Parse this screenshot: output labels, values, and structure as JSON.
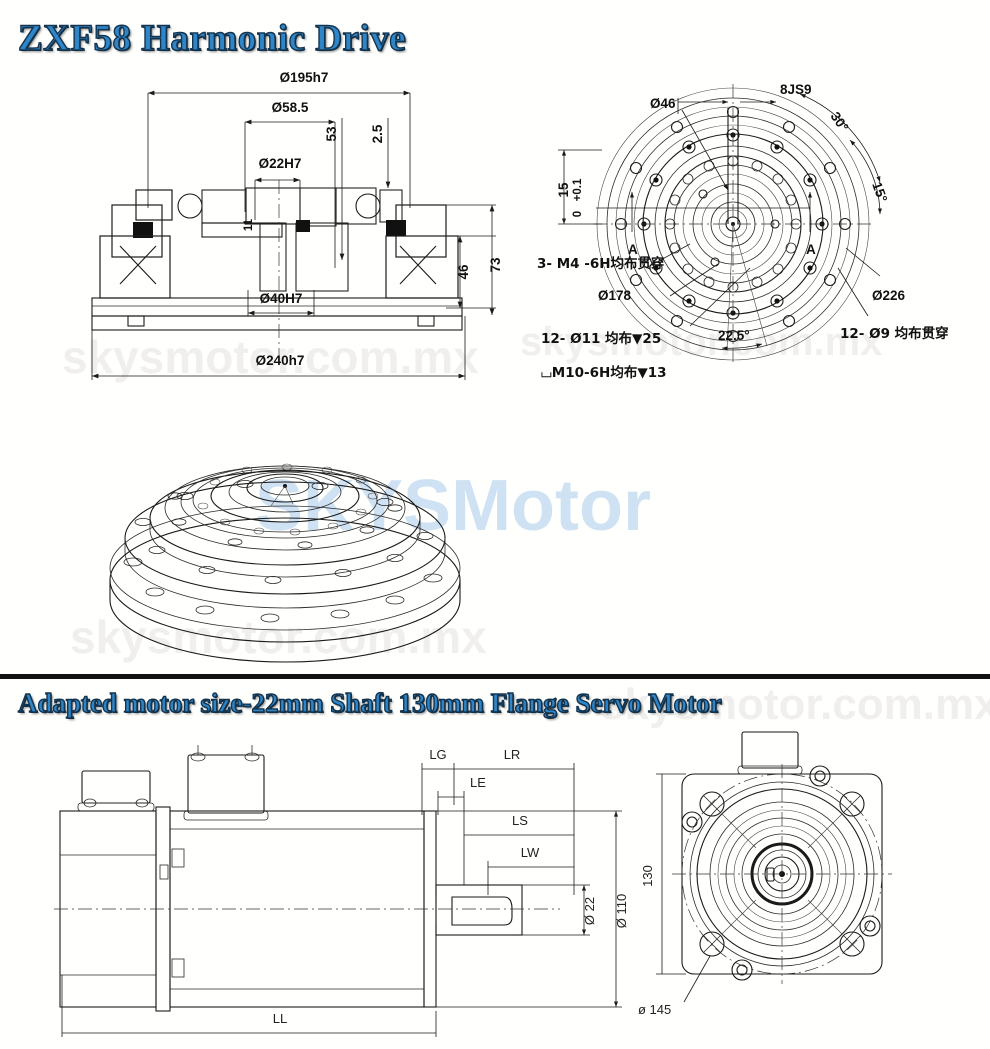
{
  "headings": {
    "main": "ZXF58 Harmonic Drive",
    "sub": "Adapted motor size-22mm Shaft  130mm Flange Servo Motor"
  },
  "watermarks": {
    "brand_big": "SKYSMotor",
    "domain_1": "skysmotor.com.mx",
    "domain_2": "skysmotor.com.mx",
    "domain_3": "skysmotor.com.mx",
    "domain_4": "skysmotor.com.mx"
  },
  "section_harmonic": {
    "cross_section": {
      "dim_outer_flange": "Ø195h7",
      "dim_bore_58": "Ø58.5",
      "dim_bore_22": "Ø22H7",
      "dim_bore_40": "Ø40H7",
      "dim_outer_240": "Ø240h7",
      "dim_height_53": "53",
      "dim_height_25": "2.5",
      "dim_height_73": "73",
      "dim_height_46": "46",
      "dim_small_11": "11"
    },
    "face_view": {
      "key_width": "8JS9",
      "dim_46": "Ø46",
      "dim_178": "Ø178",
      "dim_226": "Ø226",
      "key_depth": "15",
      "key_tol_upper": "+0.1",
      "key_tol_lower": "0",
      "angle_30": "30°",
      "angle_15": "15°",
      "angle_225": "22.5°",
      "note_m4": "3- M4 -6H均布贯穿",
      "note_d11": "12- Ø11 均布▼25",
      "note_m10": "⌴M10-6H均布▼13",
      "note_d9": "12- Ø9 均布贯穿",
      "section_mark_left": "A",
      "section_mark_right": "A"
    }
  },
  "section_motor": {
    "side_view": {
      "dim_LG": "LG",
      "dim_LR": "LR",
      "dim_LE": "LE",
      "dim_LS": "LS",
      "dim_LW": "LW",
      "dim_shaft": "Ø 22",
      "dim_body": "Ø 110",
      "dim_length": "LL"
    },
    "front_view": {
      "dim_flange_square": "130",
      "dim_bolt_circle": "ø 145"
    }
  },
  "colors": {
    "heading_blue": "#2e86c8",
    "heading_outline": "#14334d",
    "line": "#1a1a1a",
    "watermark_blue": "#cfe2f3",
    "background": "#fffffd"
  }
}
